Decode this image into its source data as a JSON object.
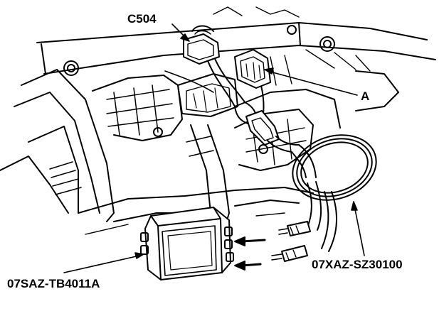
{
  "labels": {
    "connector": "C504",
    "part_a": "A",
    "harness_tool": "07XAZ-SZ30100",
    "test_box": "07SAZ-TB4011A"
  },
  "colors": {
    "ink": "#000000",
    "paper": "#ffffff"
  }
}
